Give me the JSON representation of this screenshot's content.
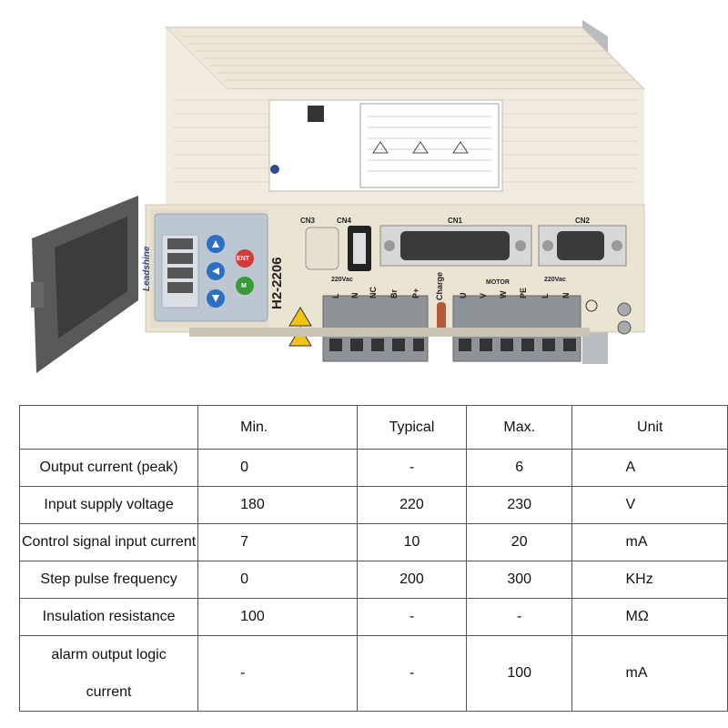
{
  "product": {
    "brand": "Leadshine",
    "model": "H2-2206",
    "connectors": [
      "CN3",
      "CN4",
      "CN1",
      "CN2"
    ],
    "terminal_groups": {
      "power_left_label": "220Vac",
      "power_left": [
        "L",
        "N",
        "NC",
        "Br",
        "P+"
      ],
      "charge": "Charge",
      "motor_label": "MOTOR",
      "motor": [
        "U",
        "V",
        "W",
        "PE"
      ],
      "power_right_label": "220Vac",
      "power_right": [
        "L",
        "N"
      ]
    },
    "keypad": [
      "ENT",
      "M"
    ]
  },
  "spec_table": {
    "columns": [
      "",
      "Min.",
      "Typical",
      "Max.",
      "Unit"
    ],
    "rows": [
      {
        "param": "Output current (peak)",
        "min": "0",
        "typical": "-",
        "max": "6",
        "unit": "A"
      },
      {
        "param": "Input supply voltage",
        "min": "180",
        "typical": "220",
        "max": "230",
        "unit": "V"
      },
      {
        "param": "Control signal input current",
        "min": "7",
        "typical": "10",
        "max": "20",
        "unit": "mA"
      },
      {
        "param": "Step pulse frequency",
        "min": "0",
        "typical": "200",
        "max": "300",
        "unit": "KHz"
      },
      {
        "param": "Insulation resistance",
        "min": "100",
        "typical": "-",
        "max": "-",
        "unit": "MΩ"
      },
      {
        "param_line1": "alarm output logic",
        "param_line2": "current",
        "min": "-",
        "typical": "-",
        "max": "100",
        "unit": "mA"
      }
    ]
  }
}
